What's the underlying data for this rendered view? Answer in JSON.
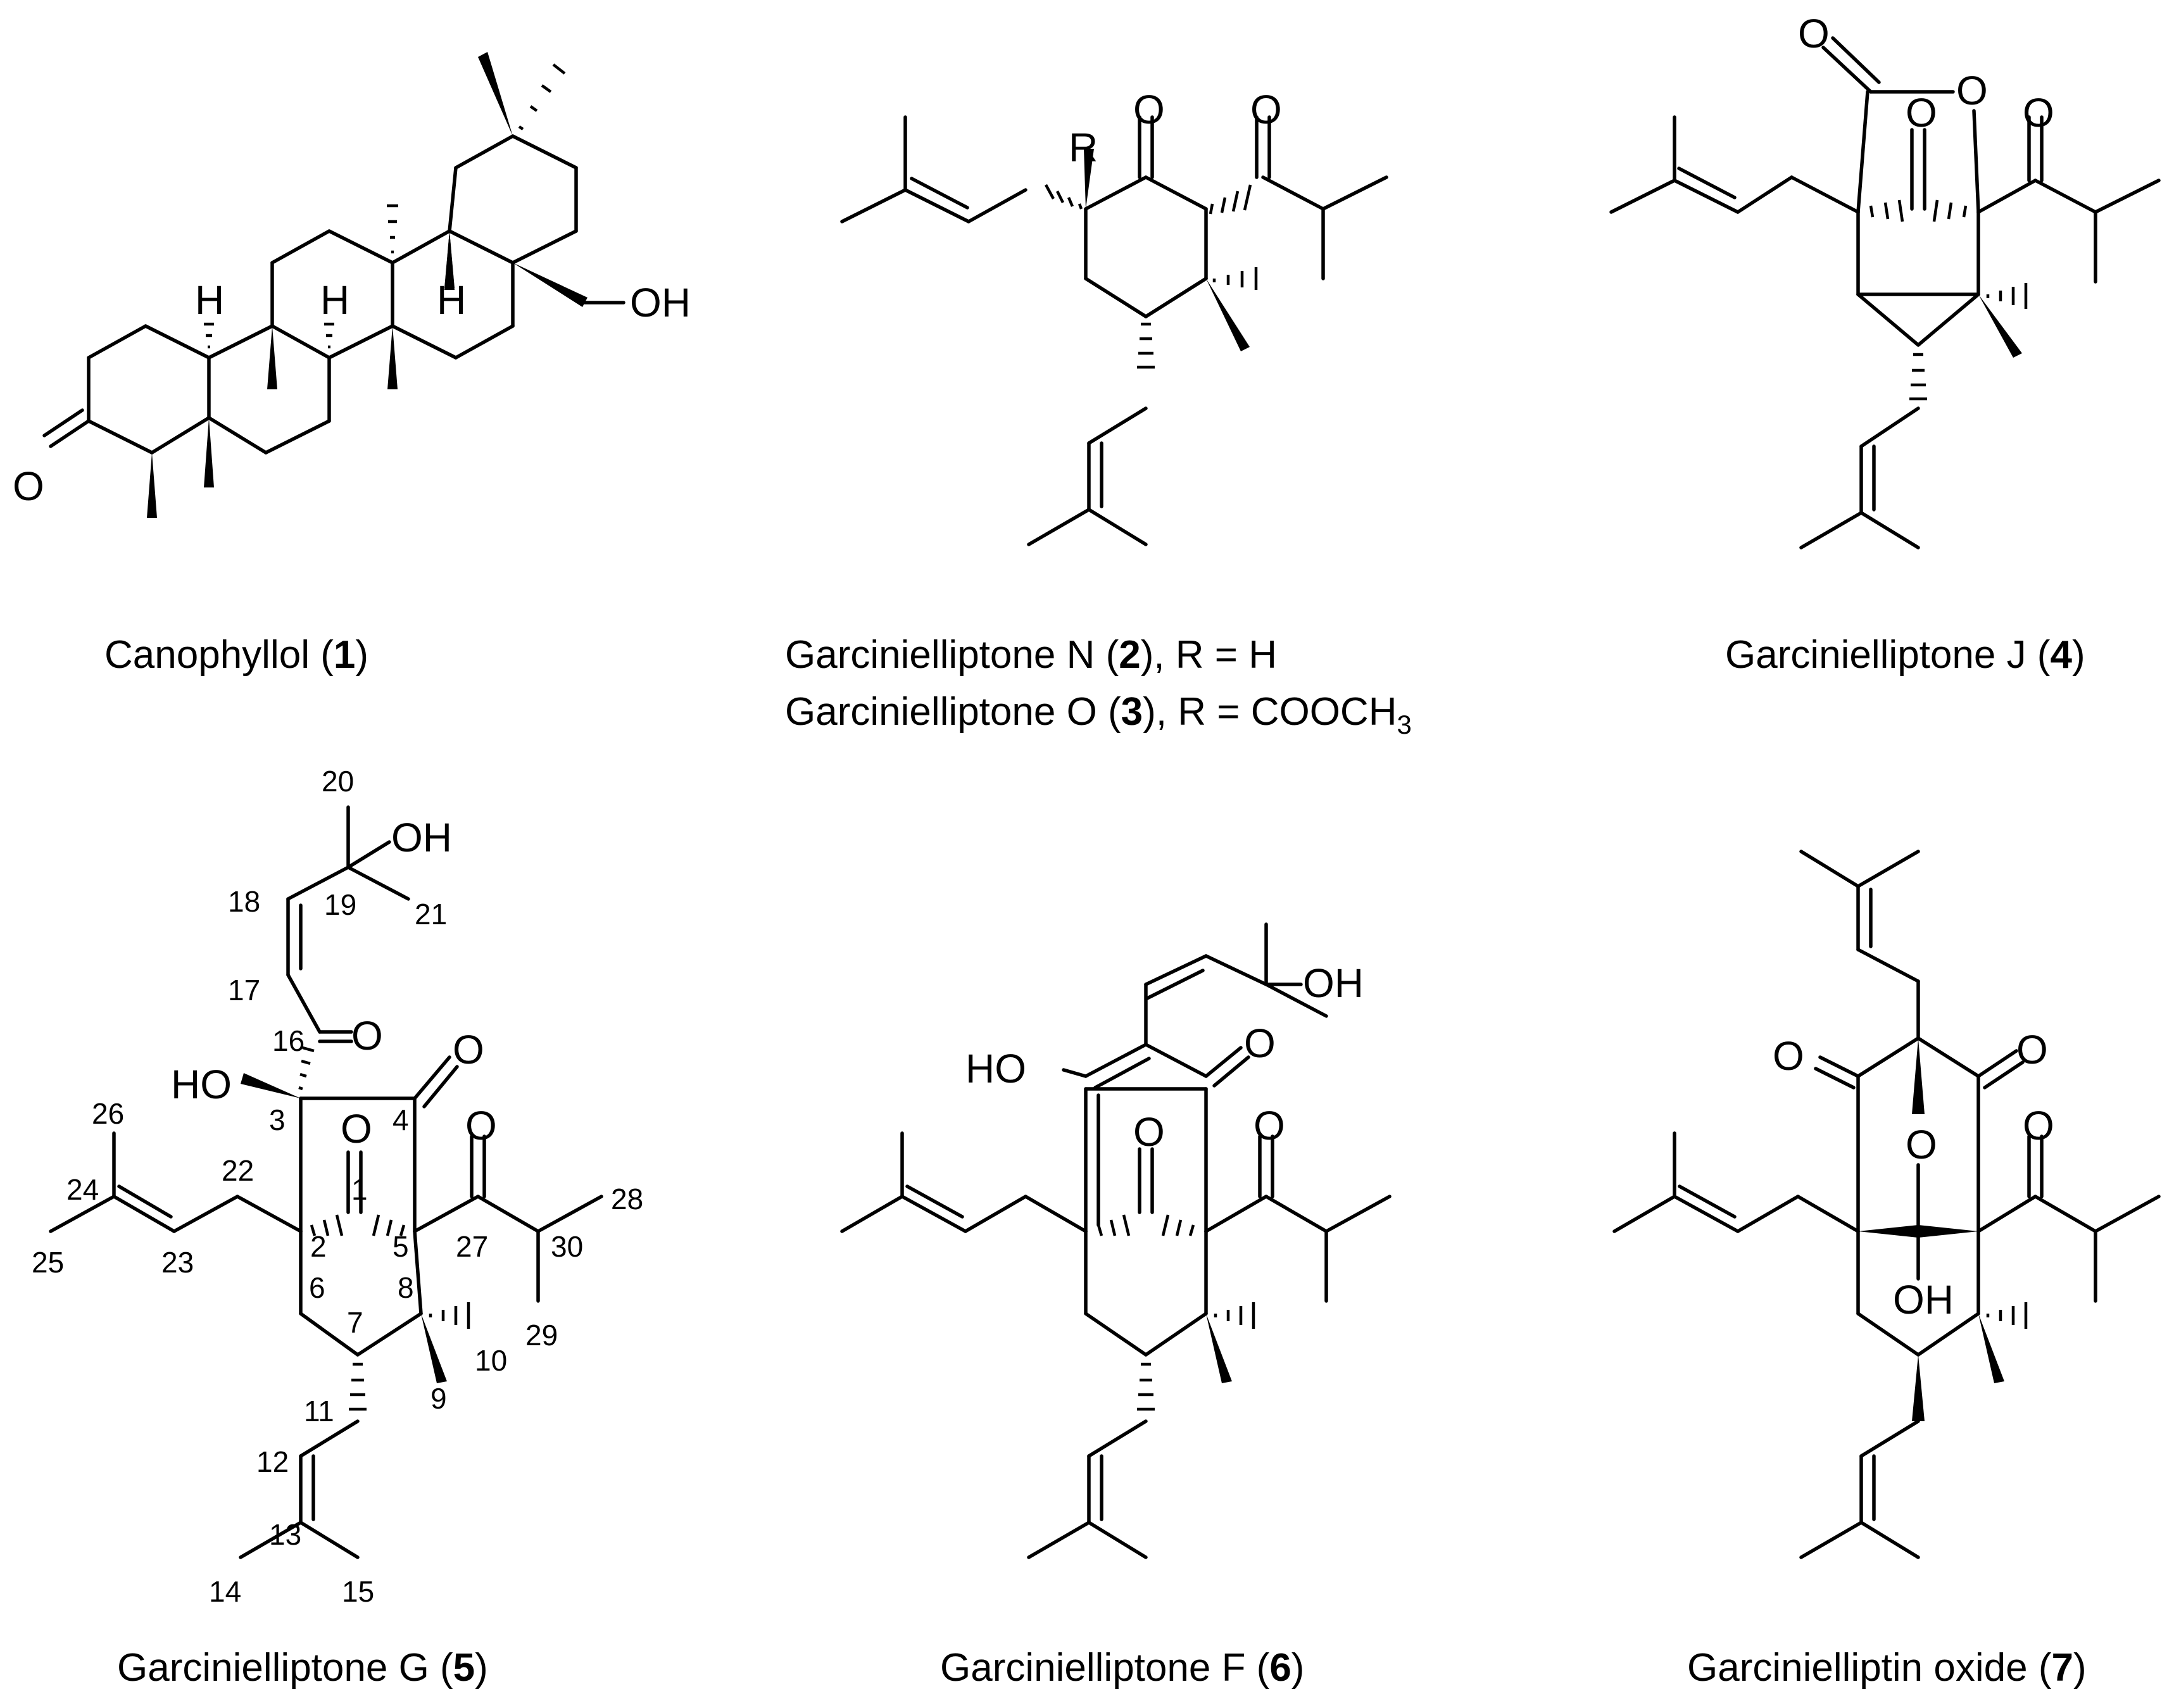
{
  "compounds": [
    {
      "name": "Canophyllol",
      "number": "1"
    },
    {
      "name": "Garcinielliptone N",
      "number": "2",
      "suffix": ", R = H"
    },
    {
      "name": "Garcinielliptone O",
      "number": "3",
      "suffix": ", R = COOCH",
      "subscript": "3"
    },
    {
      "name": "Garcinielliptone J",
      "number": "4"
    },
    {
      "name": "Garcinielliptone G",
      "number": "5"
    },
    {
      "name": "Garcinielliptone F",
      "number": "6"
    },
    {
      "name": "Garcinielliptin oxide",
      "number": "7"
    }
  ],
  "atom_labels": {
    "O": "O",
    "OH": "OH",
    "HO": "HO",
    "H": "H",
    "R": "R"
  },
  "locants": [
    "1",
    "2",
    "3",
    "4",
    "5",
    "6",
    "7",
    "8",
    "9",
    "10",
    "11",
    "12",
    "13",
    "14",
    "15",
    "16",
    "17",
    "18",
    "19",
    "20",
    "21",
    "22",
    "23",
    "24",
    "25",
    "26",
    "27",
    "28",
    "29",
    "30"
  ]
}
